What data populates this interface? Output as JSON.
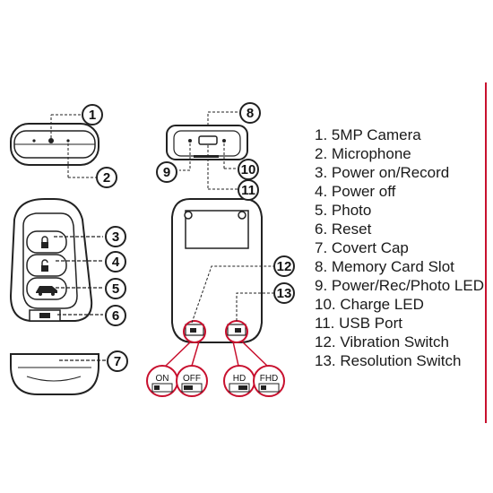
{
  "legend": {
    "items": [
      "1. 5MP Camera",
      "2. Microphone",
      "3. Power on/Record",
      "4. Power off",
      "5. Photo",
      "6. Reset",
      "7. Covert Cap",
      "8. Memory Card Slot",
      "9. Power/Rec/Photo LED",
      "10. Charge LED",
      "11. USB Port",
      "12. Vibration Switch",
      "13. Resolution Switch"
    ]
  },
  "callouts": [
    "1",
    "2",
    "3",
    "4",
    "5",
    "6",
    "7",
    "8",
    "9",
    "10",
    "11",
    "12",
    "13"
  ],
  "switch_labels": {
    "on": "ON",
    "off": "OFF",
    "hd": "HD",
    "fhd": "FHD"
  },
  "colors": {
    "accent_red": "#c8102e",
    "line": "#222222"
  }
}
